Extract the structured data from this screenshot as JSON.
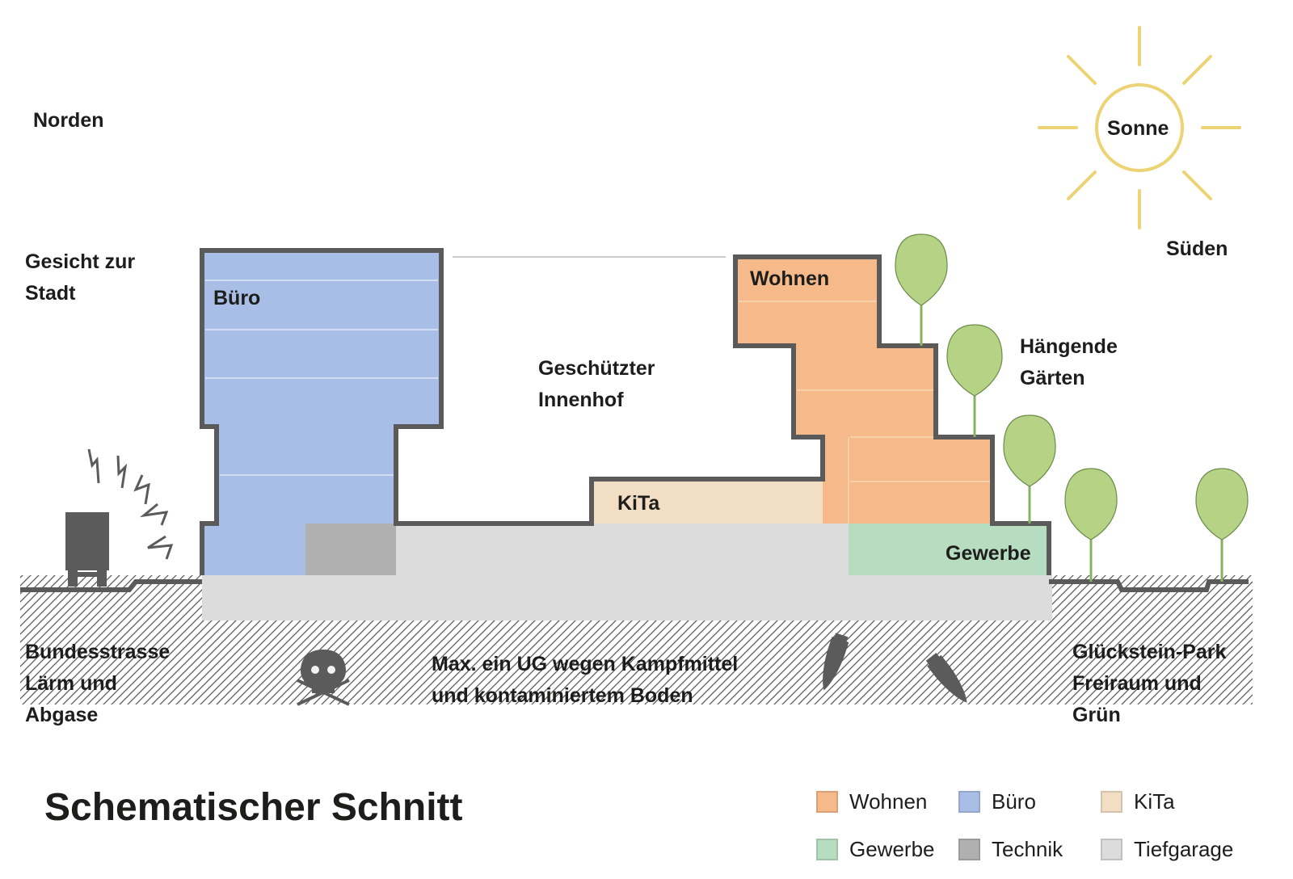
{
  "colors": {
    "wohnen": "#f5b98a",
    "buero": "#a9bee6",
    "kita": "#f1dec4",
    "gewerbe": "#b7ddc0",
    "technik": "#b0b0b0",
    "tiefgarage": "#dcdcdc",
    "outline": "#5a5a5a",
    "sun": "#ecd374",
    "tree": "#b5d285",
    "icon": "#5b5b5b"
  },
  "labels": {
    "north": "Norden",
    "south": "Süden",
    "sun": "Sonne",
    "city_face_1": "Gesicht zur",
    "city_face_2": "Stadt",
    "buero": "Büro",
    "courtyard_1": "Geschützter",
    "courtyard_2": "Innenhof",
    "wohnen": "Wohnen",
    "gardens_1": "Hängende",
    "gardens_2": "Gärten",
    "kita": "KiTa",
    "gewerbe": "Gewerbe",
    "road_1": "Bundesstrasse",
    "road_2": "Lärm und",
    "road_3": "Abgase",
    "ground_1": "Max. ein UG wegen Kampfmittel",
    "ground_2": "und kontaminiertem Boden",
    "park_1": "Glückstein-Park",
    "park_2": "Freiraum und",
    "park_3": "Grün"
  },
  "title": "Schematischer Schnitt",
  "legend": [
    {
      "label": "Wohnen",
      "color": "#f5b98a"
    },
    {
      "label": "Büro",
      "color": "#a9bee6"
    },
    {
      "label": "KiTa",
      "color": "#f1dec4"
    },
    {
      "label": "Gewerbe",
      "color": "#b7ddc0"
    },
    {
      "label": "Technik",
      "color": "#b0b0b0"
    },
    {
      "label": "Tiefgarage",
      "color": "#dcdcdc"
    }
  ],
  "icons": [
    "truck-icon",
    "lightning-icon",
    "skull-crossbones-icon",
    "bomb-icon",
    "sun-icon",
    "tree-icon"
  ]
}
